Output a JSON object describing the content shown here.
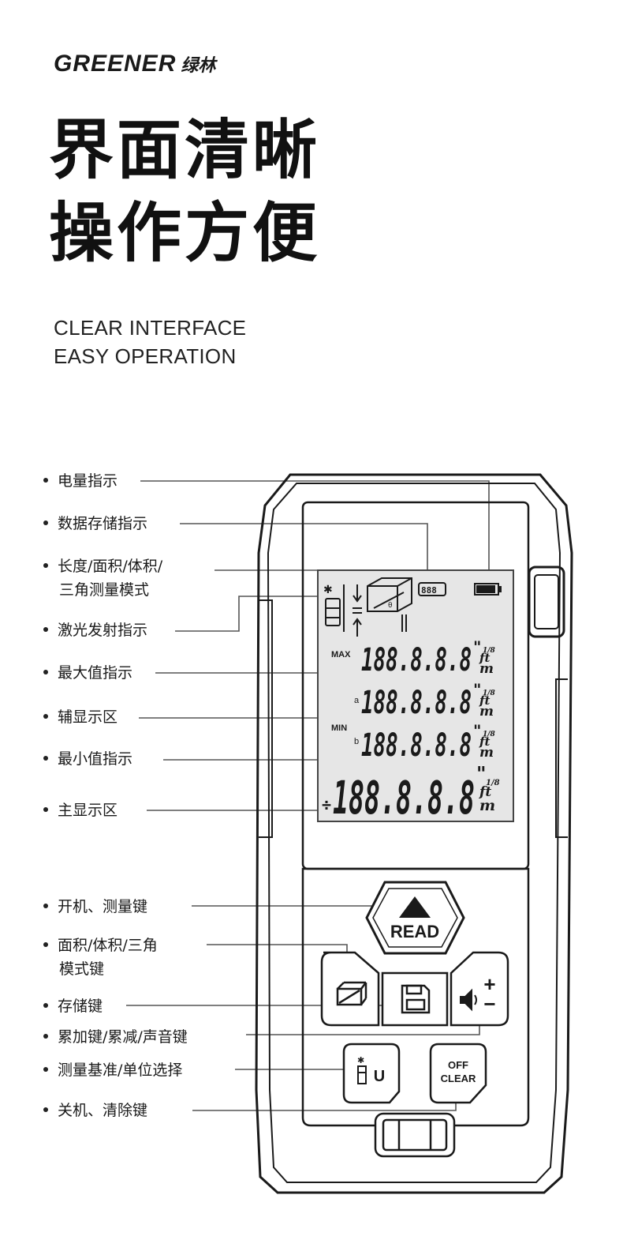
{
  "brand": {
    "name_en": "GREENER",
    "name_cn": "绿林"
  },
  "headline": {
    "line1": "界面清晰",
    "line2": "操作方便"
  },
  "subheadline": {
    "line1": "CLEAR INTERFACE",
    "line2": "EASY OPERATION"
  },
  "callouts": [
    {
      "line1": "电量指示",
      "line2": ""
    },
    {
      "line1": "数据存储指示",
      "line2": ""
    },
    {
      "line1": "长度/面积/体积/",
      "line2": "三角测量模式"
    },
    {
      "line1": "激光发射指示",
      "line2": ""
    },
    {
      "line1": "最大值指示",
      "line2": ""
    },
    {
      "line1": "辅显示区",
      "line2": ""
    },
    {
      "line1": "最小值指示",
      "line2": ""
    },
    {
      "line1": "主显示区",
      "line2": ""
    },
    {
      "line1": "开机、测量键",
      "line2": ""
    },
    {
      "line1": "面积/体积/三角",
      "line2": "模式键"
    },
    {
      "line1": "存储键",
      "line2": ""
    },
    {
      "line1": "累加键/累减/声音键",
      "line2": ""
    },
    {
      "line1": "测量基准/单位选择",
      "line2": ""
    },
    {
      "line1": "关机、清除键",
      "line2": ""
    }
  ],
  "display": {
    "memory": "888",
    "max_label": "MAX",
    "min_label": "MIN",
    "row_a_label": "a",
    "row_b_label": "b",
    "digits": "188.8.8.8",
    "main_sign": "÷",
    "unit_in": "\"",
    "unit_ft": "ft",
    "unit_m": "m",
    "unit_frac": "1/8",
    "angle": "θ"
  },
  "buttons": {
    "read": "READ",
    "off": "OFF",
    "clear": "CLEAR",
    "unit": "U",
    "plus_minus_plus": "+",
    "plus_minus_minus": "−"
  },
  "icons": [
    "laser-icon",
    "battery-icon",
    "memory-icon",
    "box-mode-icon",
    "save-icon",
    "speaker-icon"
  ]
}
